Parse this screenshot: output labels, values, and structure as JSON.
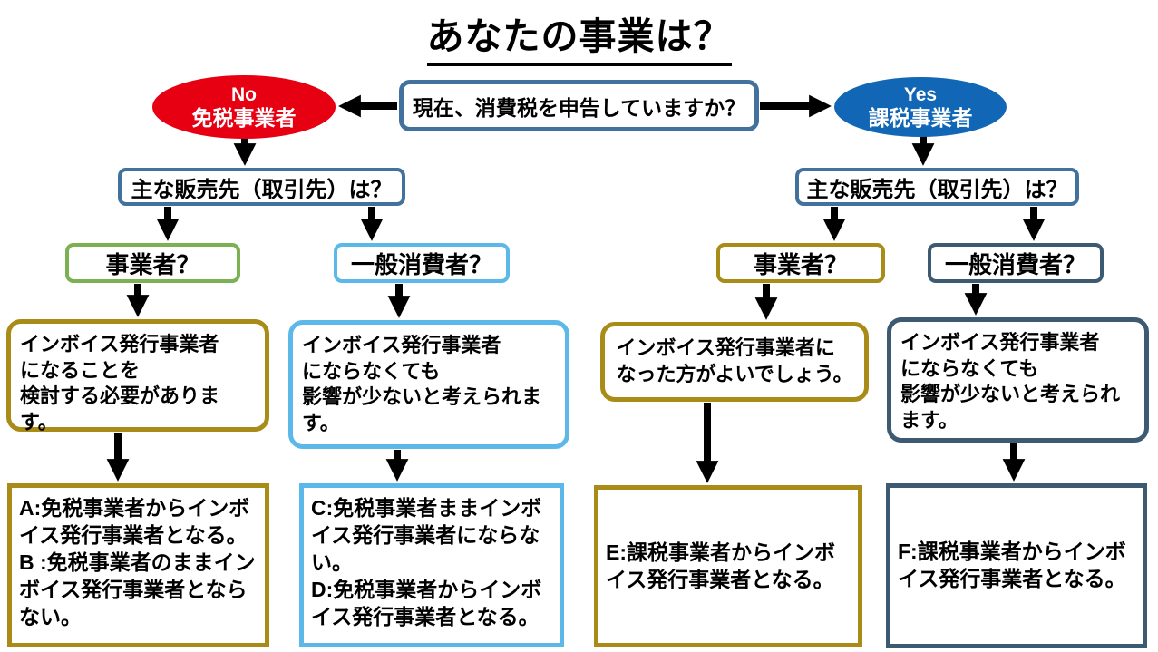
{
  "title": "あなたの事業は？",
  "root": {
    "question": "現在、消費税を申告していますか？"
  },
  "branches": {
    "no": {
      "answer": "No",
      "type": "免税事業者",
      "question": "主な販売先（取引先）は？",
      "paths": {
        "business": {
          "question": "事業者？",
          "advice": "インボイス発行事業者\nになることを\n検討する必要があります。",
          "outcomes": [
            {
              "label": "A:",
              "text": "免税事業者からインボイス発行事業者となる。"
            },
            {
              "label": "B :",
              "text": "免税事業者のままインボイス発行事業者とならない。"
            }
          ]
        },
        "consumer": {
          "question": "一般消費者？",
          "advice": "インボイス発行事業者\nにならなくても\n影響が少ないと考えられます。",
          "outcomes": [
            {
              "label": "C:",
              "text": "免税事業者ままインボイス発行事業者にならない。"
            },
            {
              "label": "D:",
              "text": "免税事業者からインボイス発行事業者となる。"
            }
          ]
        }
      }
    },
    "yes": {
      "answer": "Yes",
      "type": "課税事業者",
      "question": "主な販売先（取引先）は？",
      "paths": {
        "business": {
          "question": "事業者？",
          "advice": "インボイス発行事業者に\nなった方がよいでしょう。",
          "outcomes": [
            {
              "label": "E:",
              "text": "課税事業者からインボイス発行事業者となる。"
            }
          ]
        },
        "consumer": {
          "question": "一般消費者？",
          "advice": "インボイス発行事業者\nにならなくても\n影響が少ないと考えられます。",
          "outcomes": [
            {
              "label": "F:",
              "text": "課税事業者からインボイス発行事業者となる。"
            }
          ]
        }
      }
    }
  },
  "colors": {
    "no_red": "#E60012",
    "yes_blue": "#1167B5",
    "steel_blue": "#41719C",
    "green": "#7BB053",
    "light_blue": "#5BB8E8",
    "gold": "#A98B17",
    "dark_slate": "#3D5A73",
    "arrow_black": "#000000"
  }
}
